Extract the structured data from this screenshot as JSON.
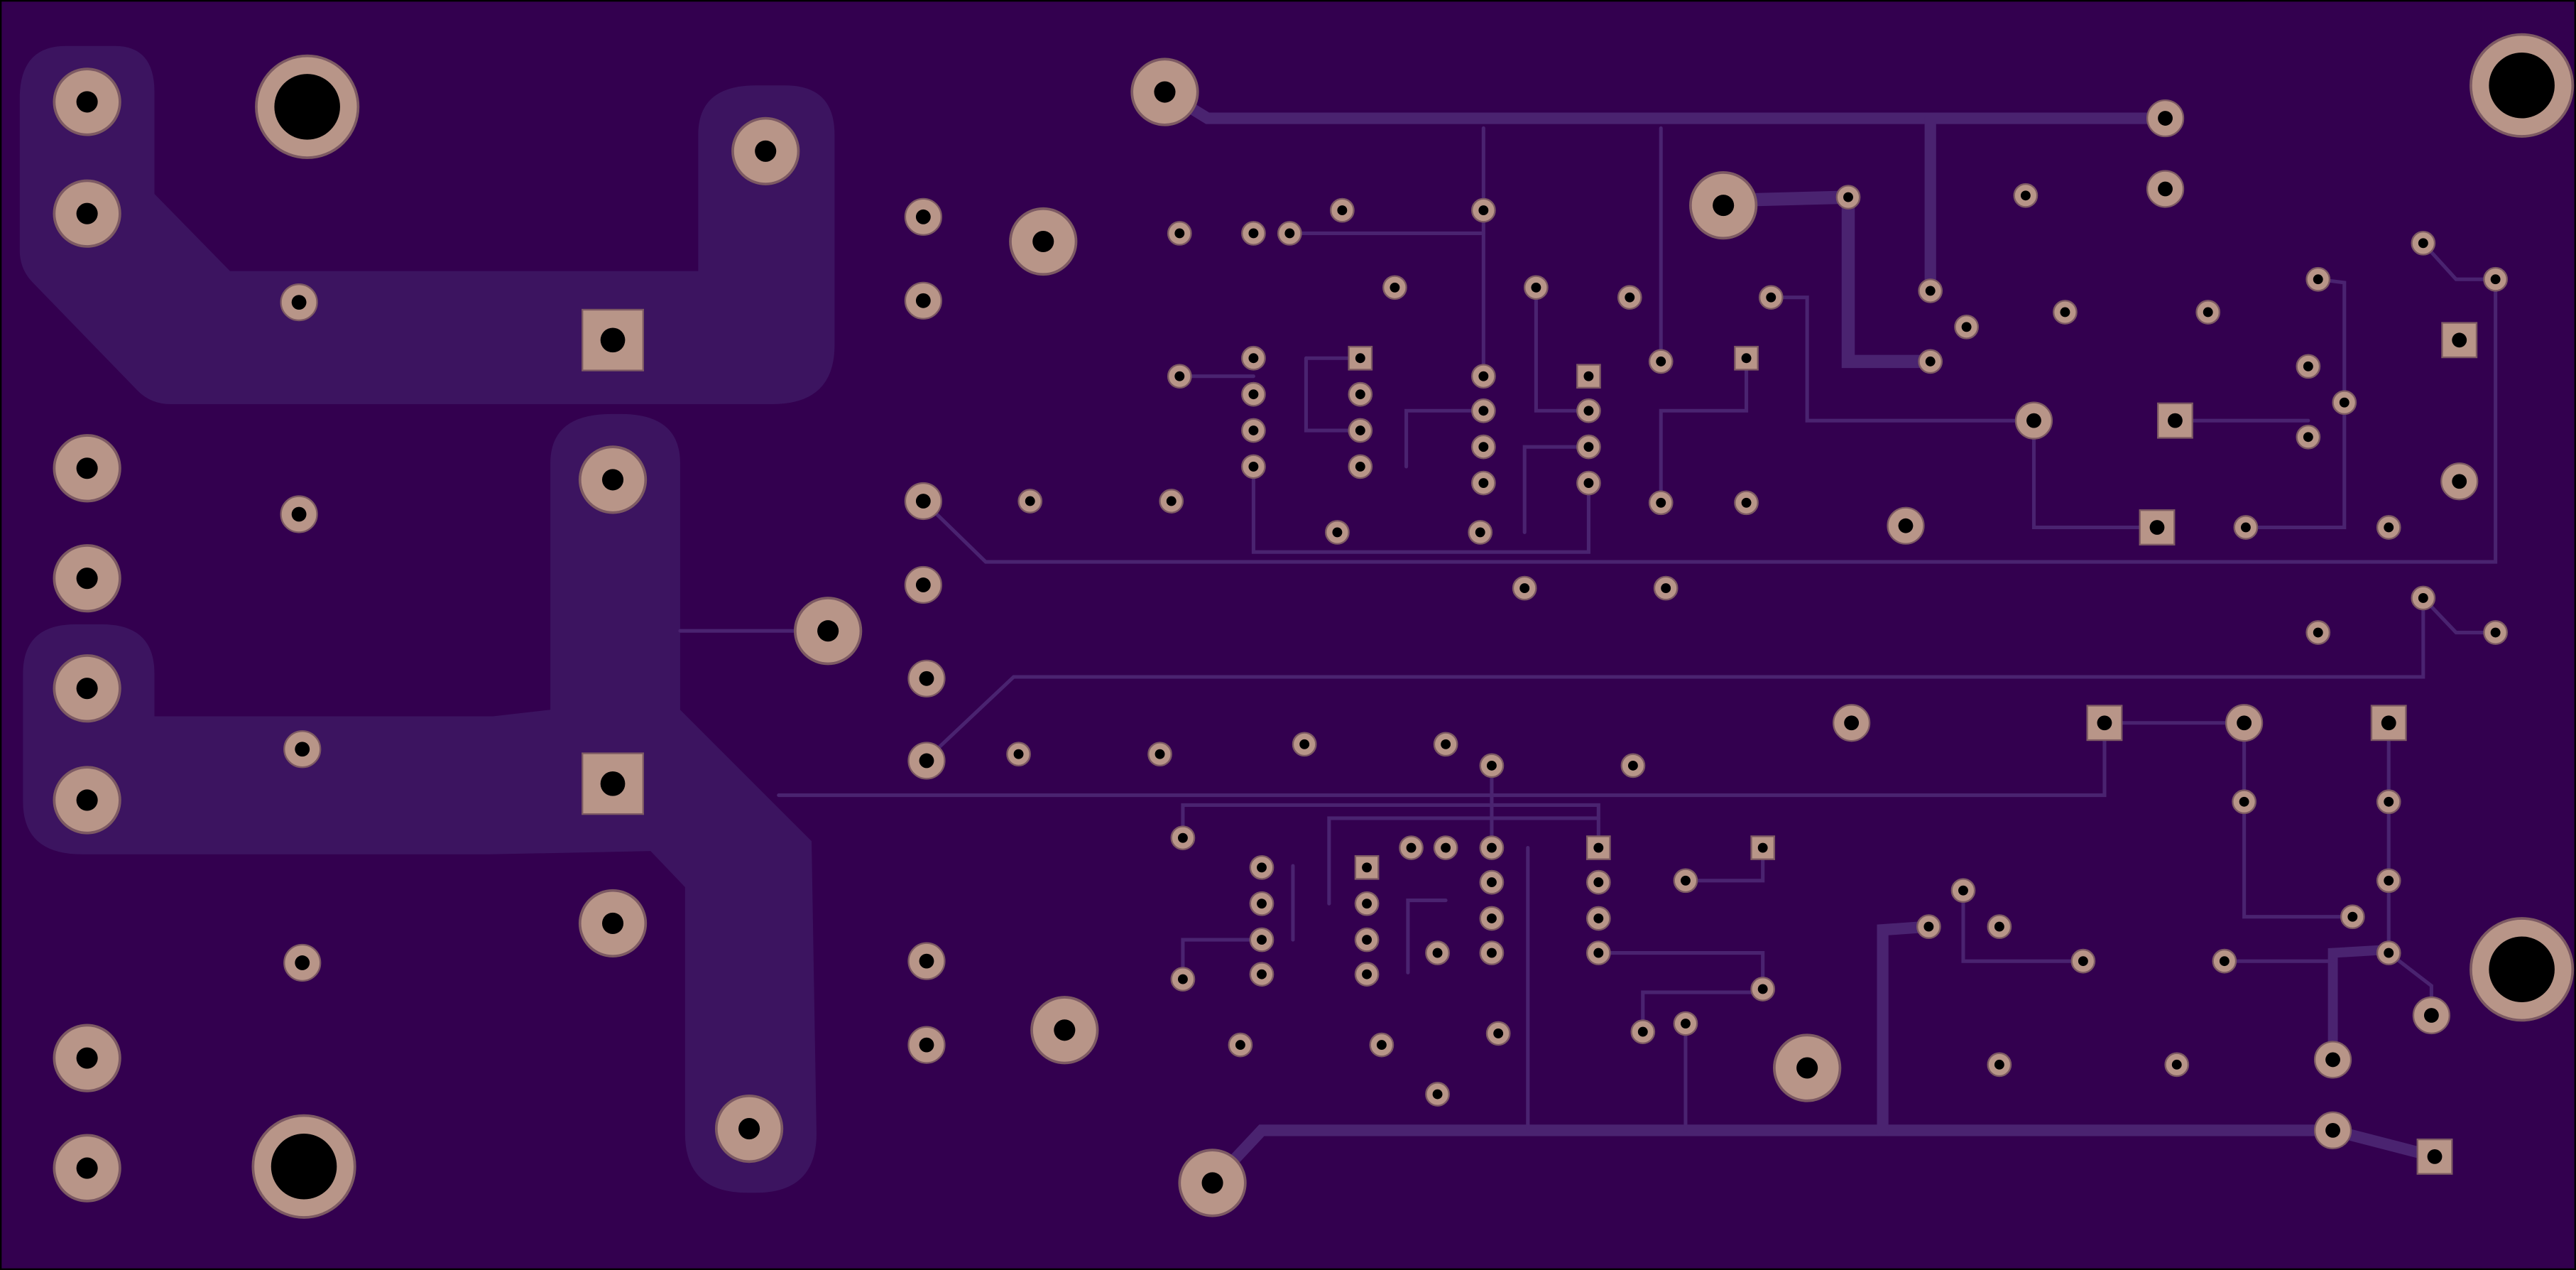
{
  "board": {
    "background": "#000000",
    "substrate_color": "#33004f",
    "copper_pour_color": "#3c1460",
    "trace_color": "#4a2370",
    "pad_color": "#b89588",
    "pad_outline_color": "#7d5a63",
    "hole_color": "#000000",
    "layer_view": "bottom-copper"
  },
  "components": [
    "mounting-holes",
    "power-terminals",
    "left-ic-footprint-top",
    "right-ic-footprint-top",
    "left-ic-footprint-bottom",
    "right-ic-footprint-bottom",
    "square-pads",
    "through-hole-pads",
    "vias"
  ]
}
